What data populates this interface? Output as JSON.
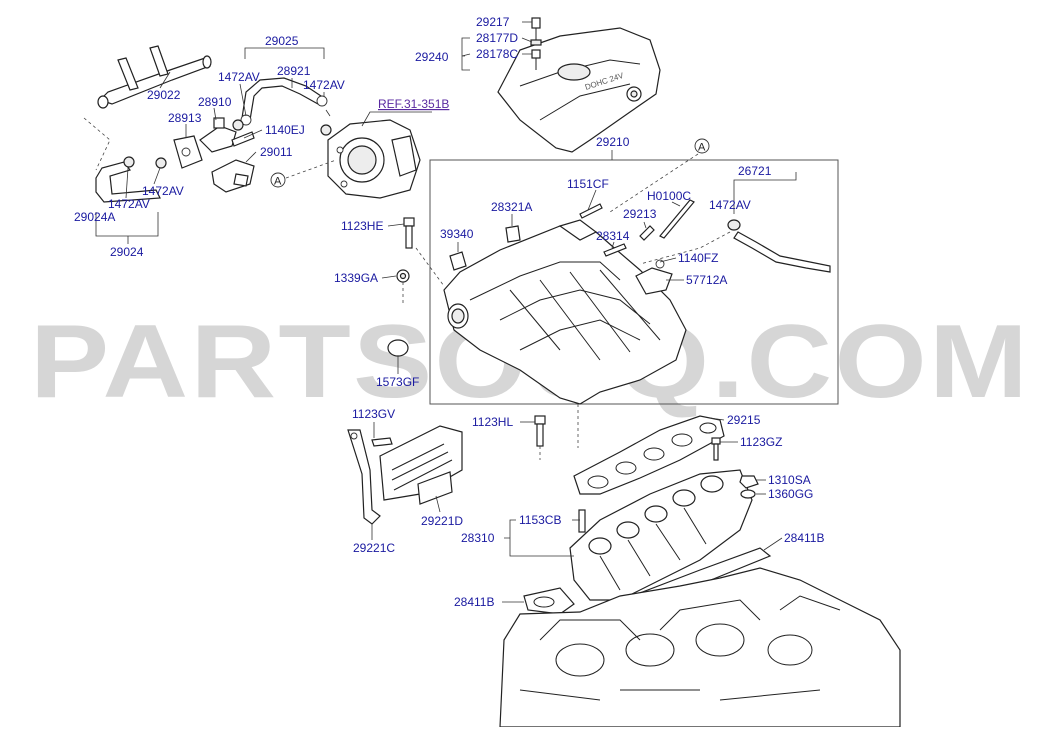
{
  "watermark": "PARTSOUQ.COM",
  "reference": "REF.31-351B",
  "marker": "A",
  "cover_logo": "DOHC 24V",
  "labels": {
    "p29025": "29025",
    "p28921": "28921",
    "p1472AV_a": "1472AV",
    "p1472AV_b": "1472AV",
    "p29022": "29022",
    "p28910": "28910",
    "p28913": "28913",
    "p1140EJ": "1140EJ",
    "p29011": "29011",
    "p1472AV_c": "1472AV",
    "p1472AV_d": "1472AV",
    "p29024A": "29024A",
    "p29024": "29024",
    "p29217": "29217",
    "p28177D": "28177D",
    "p28178C": "28178C",
    "p29240": "29240",
    "p29210": "29210",
    "p1151CF": "1151CF",
    "p28321A": "28321A",
    "p26721": "26721",
    "pH0100C": "H0100C",
    "p1472AV_e": "1472AV",
    "p29213": "29213",
    "p1123HE": "1123HE",
    "p39340": "39340",
    "p28314": "28314",
    "p1140FZ": "1140FZ",
    "p1339GA": "1339GA",
    "p57712A": "57712A",
    "p1573GF": "1573GF",
    "p1123GV": "1123GV",
    "p1123HL": "1123HL",
    "p29215": "29215",
    "p1123GZ": "1123GZ",
    "p1310SA": "1310SA",
    "p1360GG": "1360GG",
    "p29221D": "29221D",
    "p1153CB": "1153CB",
    "p28310": "28310",
    "p28411B_a": "28411B",
    "p29221C": "29221C",
    "p28411B_b": "28411B"
  }
}
